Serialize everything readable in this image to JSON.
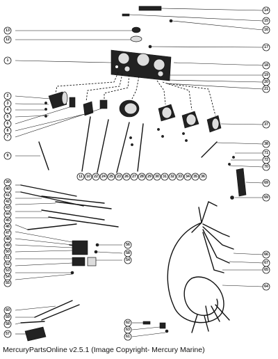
{
  "footer": "MercuryPartsOnline v2.5.1 (Image Copyright- Mercury Marine)",
  "callouts": {
    "right": [
      "14",
      "15",
      "16",
      "17",
      "18",
      "19",
      "20",
      "21",
      "37",
      "38",
      "71",
      "72",
      "70",
      "69",
      "69",
      "66",
      "67",
      "65",
      "64"
    ],
    "left": [
      "13",
      "12",
      "1",
      "2",
      "3",
      "4",
      "5",
      "6",
      "8",
      "7",
      "9",
      "39",
      "40",
      "41",
      "42",
      "43",
      "44",
      "45",
      "46",
      "47",
      "48",
      "49",
      "50",
      "51",
      "52",
      "53",
      "54",
      "55",
      "60",
      "59",
      "58",
      "57"
    ],
    "mid": [
      "56",
      "58",
      "54",
      "62",
      "63",
      "61"
    ],
    "bottom_row": [
      "11",
      "10",
      "22",
      "24",
      "25",
      "23",
      "26",
      "27",
      "28",
      "29",
      "30",
      "31",
      "32",
      "33",
      "34",
      "35",
      "36"
    ]
  }
}
